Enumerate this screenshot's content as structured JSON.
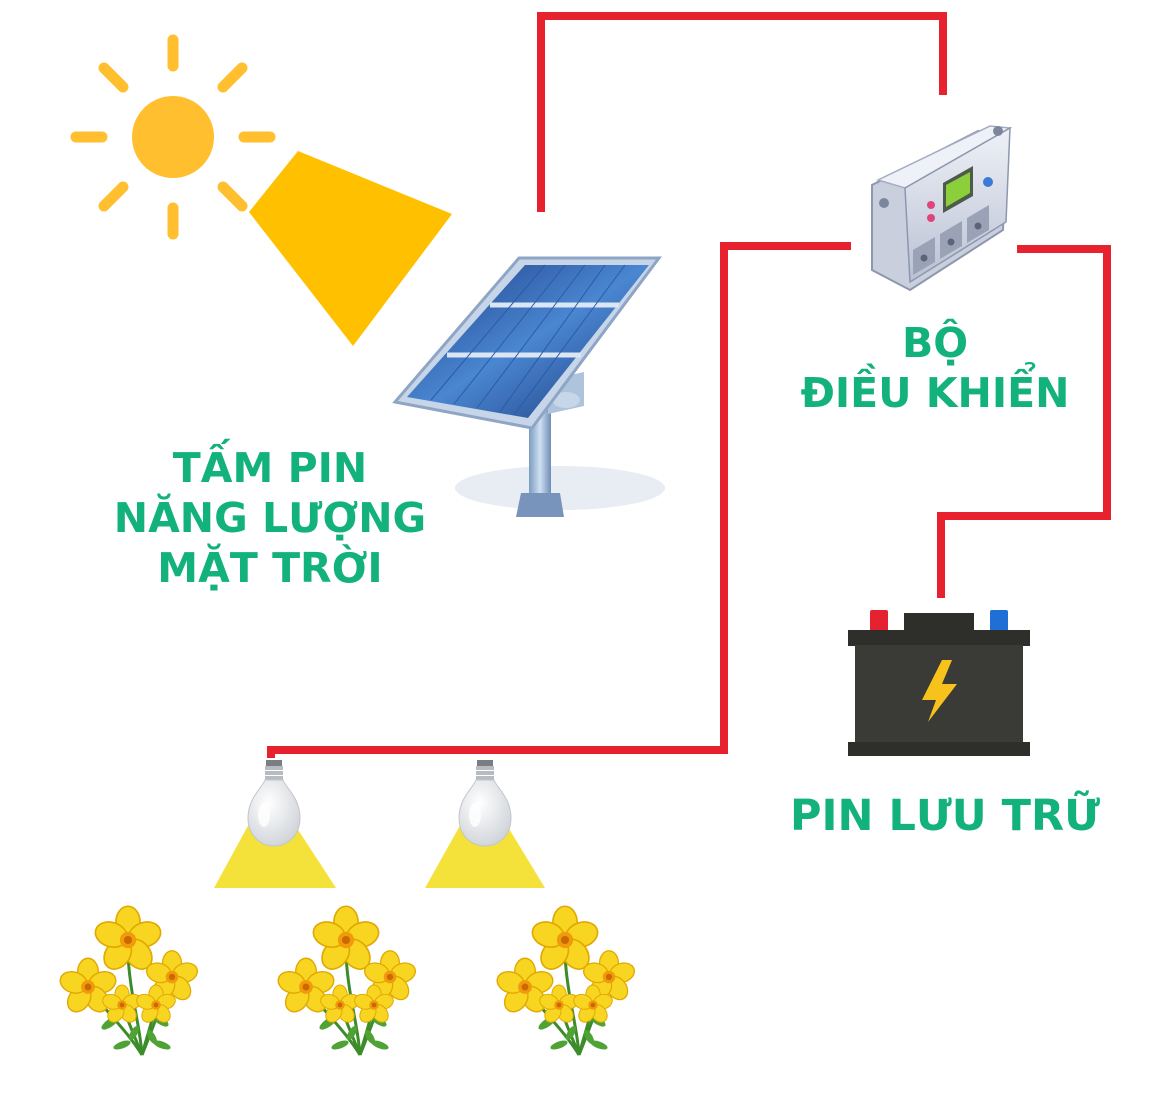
{
  "labels": {
    "solar_panel": [
      "TẤM PIN",
      "NĂNG LƯỢNG",
      "MẶT TRỜI"
    ],
    "controller": [
      "BỘ",
      "ĐIỀU KHIỂN"
    ],
    "battery": "PIN LƯU TRỮ"
  },
  "icons": [
    "sun-icon",
    "solar-panel-icon",
    "charge-controller-icon",
    "battery-icon",
    "lightning-bolt-icon",
    "light-bulb-icon",
    "flower-cluster-icon"
  ],
  "colors": {
    "wire": "#e8212f",
    "label": "#13b27d",
    "sun": "#ffbf2f",
    "light_beam": "#f4e13a",
    "battery_body": "#2e2e2b",
    "flower": "#f7d520"
  }
}
